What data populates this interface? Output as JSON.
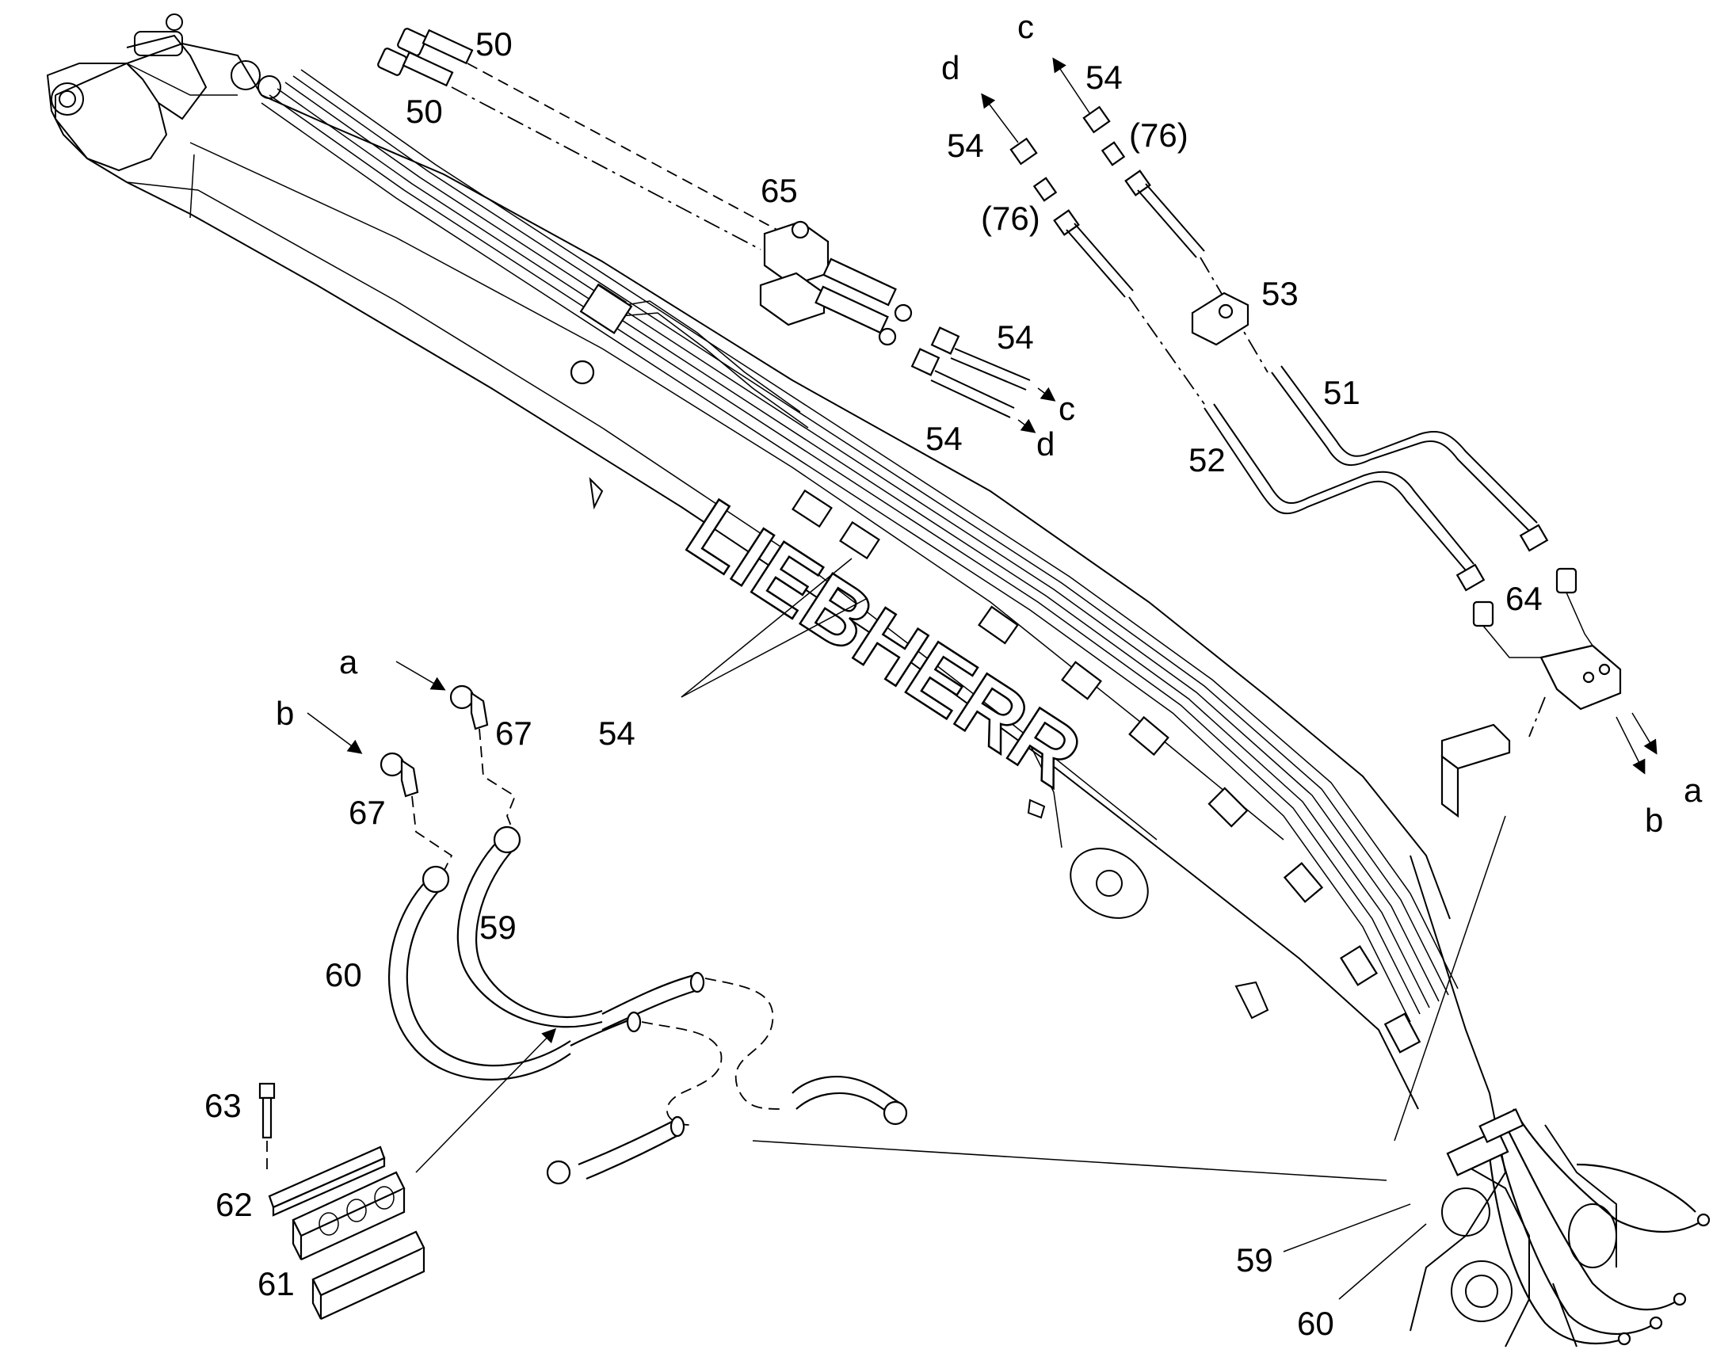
{
  "brand": "LIEBHERR",
  "labels": {
    "p50a": "50",
    "p50b": "50",
    "p54_d_top": "54",
    "p54_c_top": "54",
    "p76_left": "(76)",
    "p76_right": "(76)",
    "p65": "65",
    "p53": "53",
    "p51": "51",
    "p52": "52",
    "p54_mid_upper": "54",
    "p54_mid_lower": "54",
    "p54_boom": "54",
    "p64": "64",
    "p67_upper": "67",
    "p67_lower": "67",
    "p59": "59",
    "p60": "60",
    "p63": "63",
    "p62": "62",
    "p61": "61",
    "p59_bottom": "59",
    "p60_bottom": "60"
  },
  "arrows": {
    "d_top": "d",
    "c_top": "c",
    "c_mid": "c",
    "d_mid": "d",
    "a_right": "a",
    "b_right": "b",
    "a_left": "a",
    "b_left": "b"
  }
}
